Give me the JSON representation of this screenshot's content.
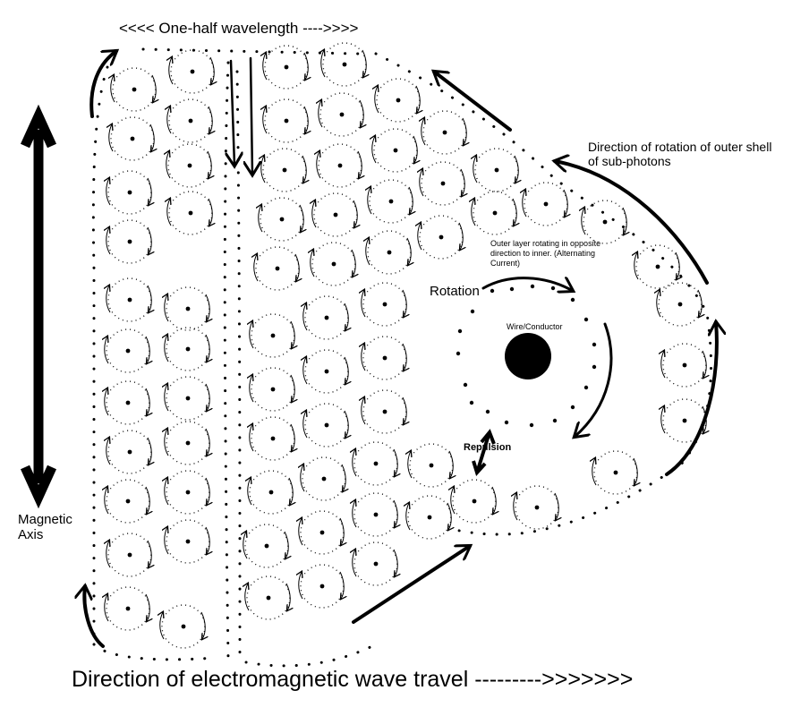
{
  "labels": {
    "half_wavelength": "<<<<  One-half wavelength ---->>>>",
    "magnetic_axis": "Magnetic Axis",
    "outer_shell_rotation": "Direction of rotation of outer shell of sub-photons",
    "outer_layer_note": "Outer layer rotating in opposite direction to inner. (Alternating Current)",
    "rotation": "Rotation",
    "wire_conductor": "Wire/Conductor",
    "repulsion": "Repulsion",
    "wave_travel": "Direction of electromagnetic wave travel --------->>>>>>>"
  },
  "icons": {
    "magnetic_axis_arrow": "double-headed-arrow-icon",
    "wire": "filled-circle-icon",
    "sub_photon": "dotted-circle-icon"
  },
  "colors": {
    "ink": "#000000",
    "background": "#ffffff"
  }
}
